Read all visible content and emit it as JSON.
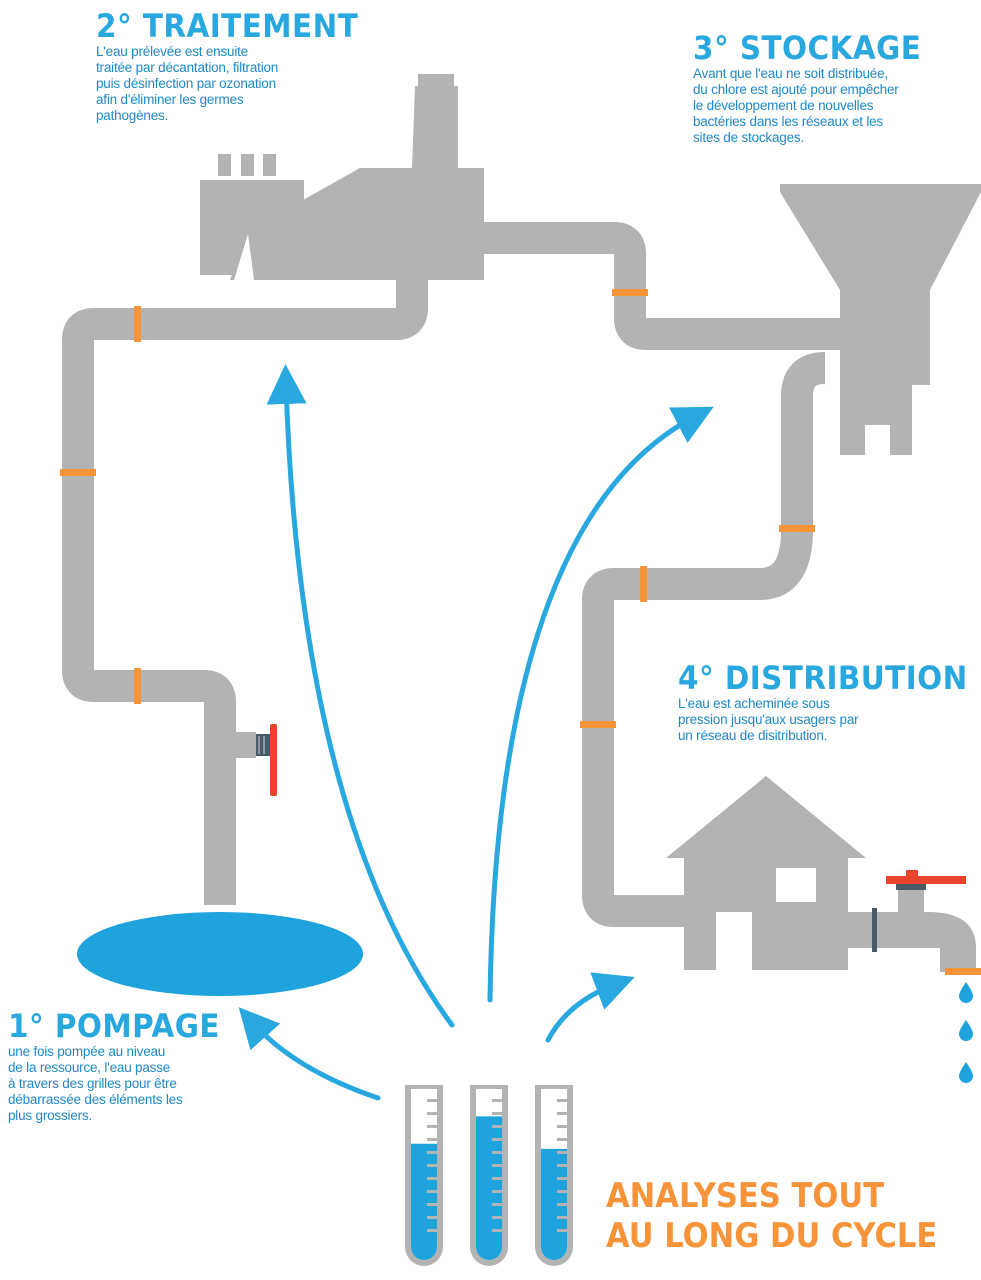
{
  "colors": {
    "pipe": "#b3b3b3",
    "joint": "#f7943a",
    "water": "#1fa3dc",
    "arrow": "#29a8e0",
    "title": "#29a8e0",
    "text": "#1e88c8",
    "valve": "#e8442e",
    "accent": "#f7943a"
  },
  "steps": {
    "traitement": {
      "title": "2° TRAITEMENT",
      "text": "L'eau prélevée est ensuite\ntraitée par décantation, filtration\npuis désinfection par ozonation\nafin d'éliminer les germes\npathogènes."
    },
    "stockage": {
      "title": "3° STOCKAGE",
      "text": "Avant que l'eau ne soit distribuée,\ndu chlore est ajouté pour empêcher\nle développement de nouvelles\nbactéries dans les réseaux et les\nsites de stockages."
    },
    "distribution": {
      "title": "4° DISTRIBUTION",
      "text": "L'eau est acheminée sous\npression jusqu'aux usagers par\nun réseau de disitribution."
    },
    "pompage": {
      "title": "1° POMPAGE",
      "text": "une fois pompée au niveau\nde la ressource, l'eau passe\nà travers des grilles pour être\ndébarrassée des éléments les\nplus grossiers."
    }
  },
  "analyses": {
    "line1": "ANALYSES TOUT",
    "line2": "AU LONG DU CYCLE"
  },
  "test_tube_levels": [
    0.68,
    0.84,
    0.65
  ]
}
